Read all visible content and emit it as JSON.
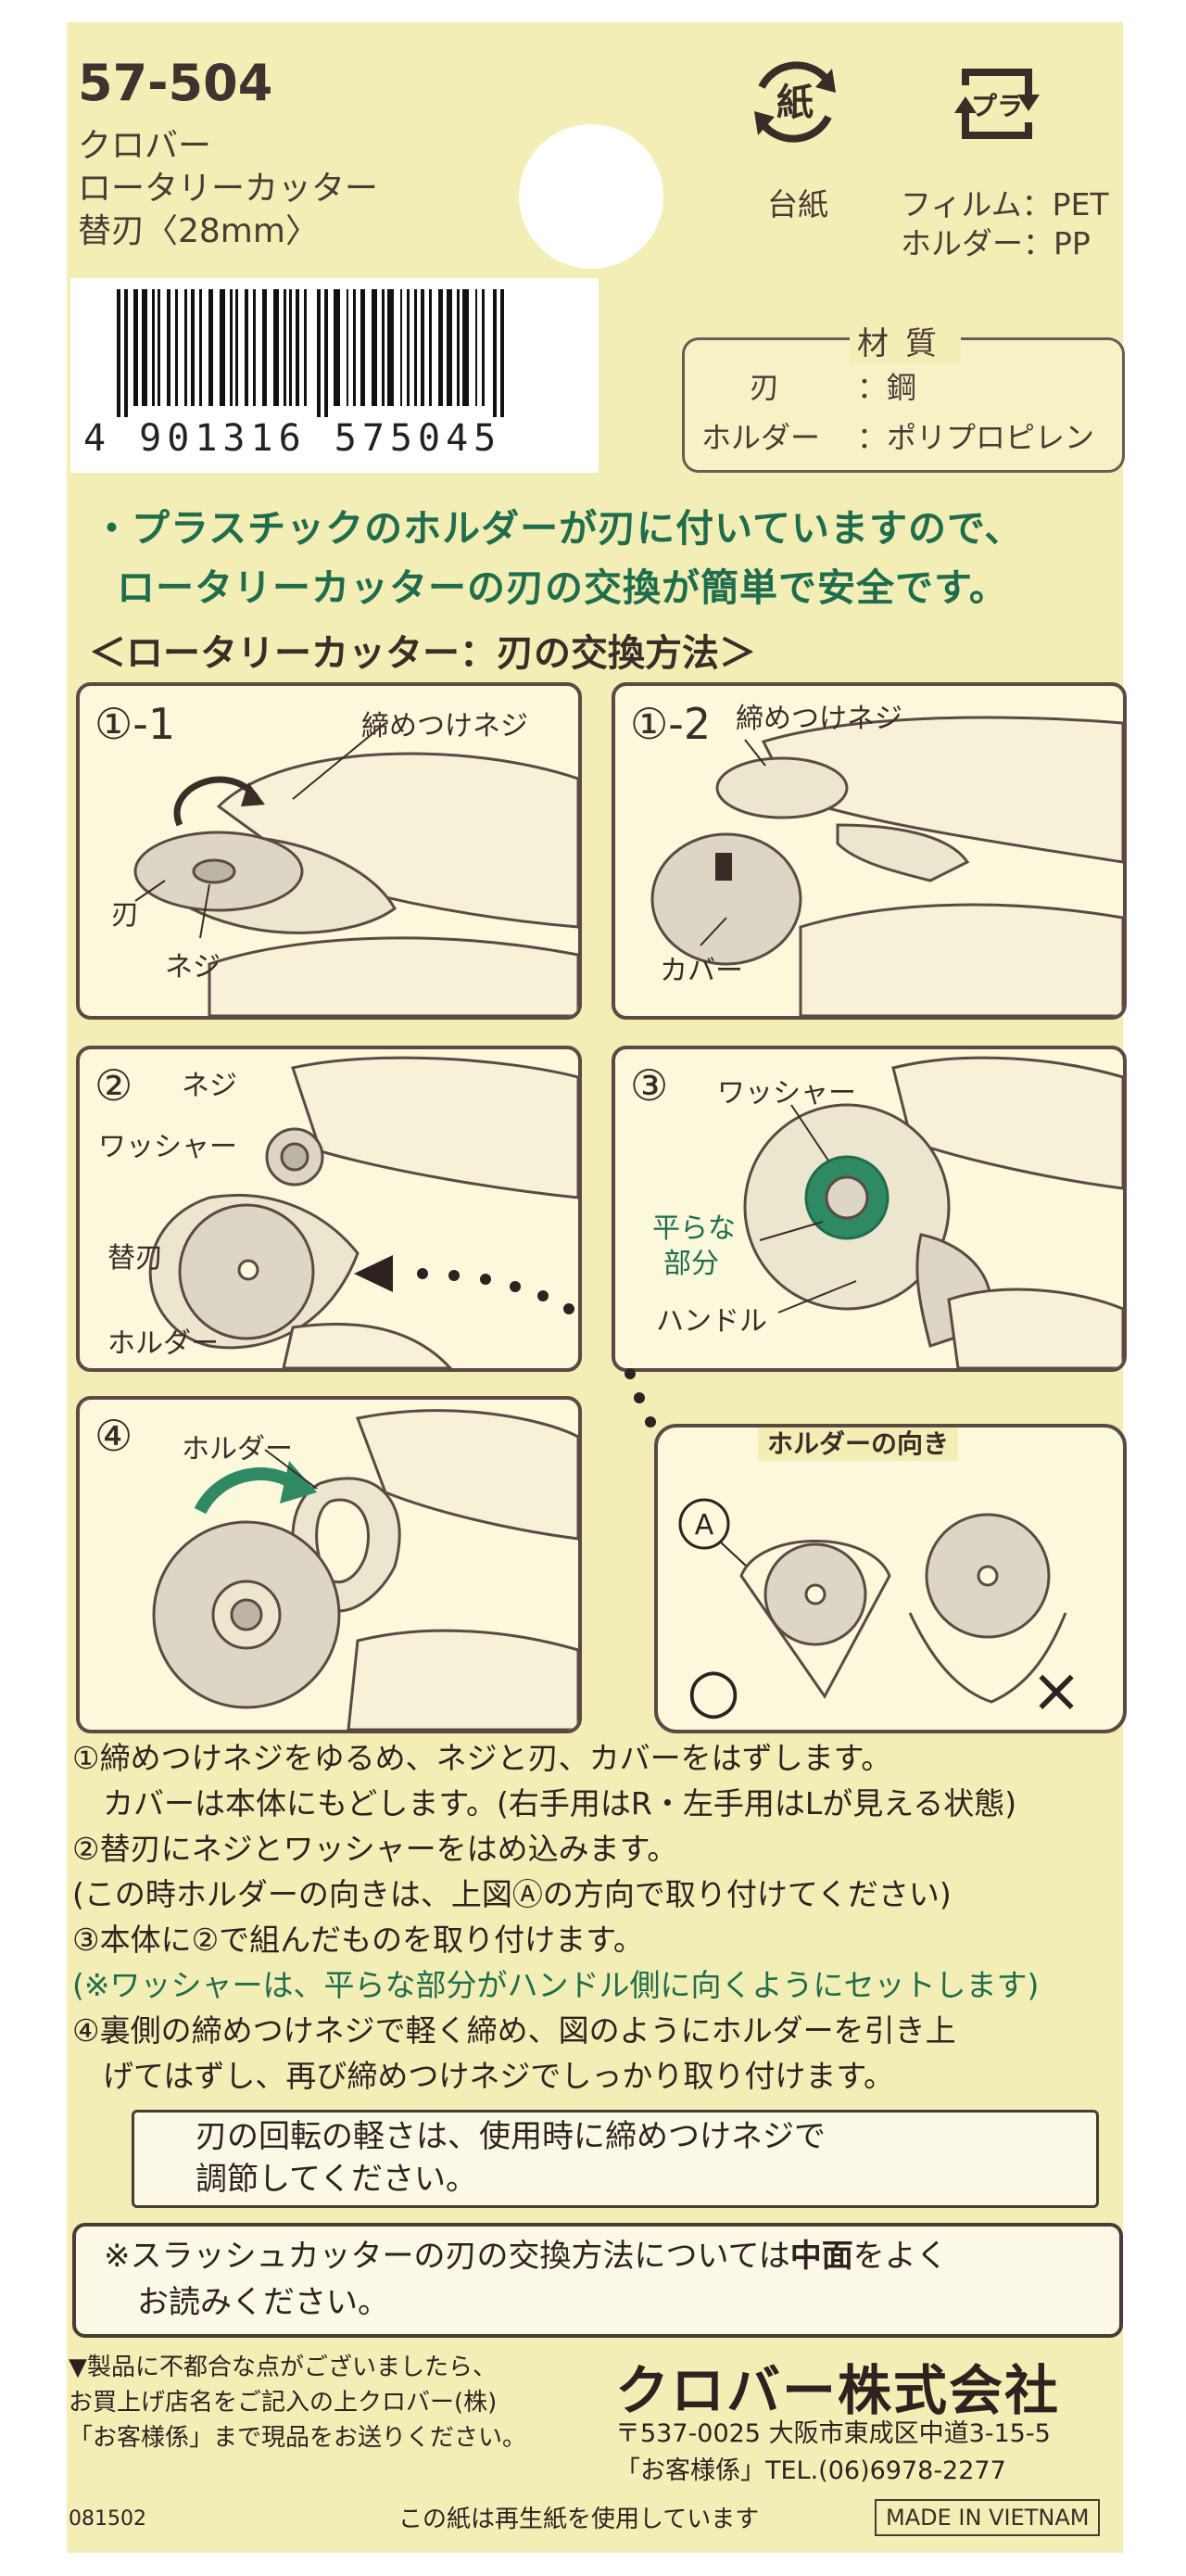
{
  "header": {
    "code": "57-504",
    "brand": "クロバー",
    "product": "ロータリーカッター",
    "spec": "替刃〈28mm〉"
  },
  "recycle": {
    "paper_mark": "紙",
    "paper_label": "台紙",
    "plastic_mark": "プラ",
    "film_label": "フィルム：PET",
    "holder_label": "ホルダー：PP"
  },
  "barcode": {
    "digits": "4 901316 575045"
  },
  "materials": {
    "title": "材質",
    "rows": [
      {
        "part": "刃",
        "material": "：鋼"
      },
      {
        "part": "ホルダー",
        "material": "：ポリプロピレン"
      }
    ]
  },
  "lead": {
    "line1": "・プラスチックのホルダーが刃に付いていますので、",
    "line2": "ロータリーカッターの刃の交換が簡単で安全です。"
  },
  "section_title": "＜ロータリーカッター：刃の交換方法＞",
  "steps": {
    "s1_1": {
      "num": "①-1",
      "screw_tight": "締めつけネジ",
      "blade": "刃",
      "screw": "ネジ"
    },
    "s1_2": {
      "num": "①-2",
      "screw_tight": "締めつけネジ",
      "cover": "カバー"
    },
    "s2": {
      "num": "②",
      "screw": "ネジ",
      "washer": "ワッシャー",
      "spare_blade": "替刃",
      "holder": "ホルダー"
    },
    "s3": {
      "num": "③",
      "washer": "ワッシャー",
      "flat_part_1": "平らな",
      "flat_part_2": "部分",
      "handle": "ハンドル"
    },
    "s4": {
      "num": "④",
      "holder": "ホルダー"
    },
    "orientation": {
      "title": "ホルダーの向き",
      "marker": "A",
      "ok": "○",
      "ng": "×"
    }
  },
  "instructions": [
    {
      "text": "①締めつけネジをゆるめ、ネジと刃、カバーをはずします。",
      "green": false
    },
    {
      "text": "　カバーは本体にもどします。(右手用はR・左手用はLが見える状態)",
      "green": false
    },
    {
      "text": "②替刃にネジとワッシャーをはめ込みます。",
      "green": false
    },
    {
      "text": "(この時ホルダーの向きは、上図Ⓐの方向で取り付けてください)",
      "green": false
    },
    {
      "text": "③本体に②で組んだものを取り付けます。",
      "green": false
    },
    {
      "text": "(※ワッシャーは、平らな部分がハンドル側に向くようにセットします)",
      "green": true
    },
    {
      "text": "④裏側の締めつけネジで軽く締め、図のようにホルダーを引き上",
      "green": false
    },
    {
      "text": "　げてはずし、再び締めつけネジでしっかり取り付けます。",
      "green": false
    }
  ],
  "note1": {
    "line1": "刃の回転の軽さは、使用時に締めつけネジで",
    "line2": "調節してください。"
  },
  "note2": {
    "line1_a": "※スラッシュカッターの刃の交換方法については",
    "line1_b": "中面",
    "line1_c": "をよく",
    "line2": "お読みください。"
  },
  "footer": {
    "left1": "▼製品に不都合な点がございましたら、",
    "left2": "お買上げ店名をご記入の上クロバー(株)",
    "left3": "「お客様係」まで現品をお送りください。",
    "company": "クロバー株式会社",
    "address": "〒537-0025 大阪市東成区中道3-15-5",
    "tel": "「お客様係」TEL.(06)6978-2277",
    "lot": "081502",
    "recycled": "この紙は再生紙を使用しています",
    "made_in": "MADE IN VIETNAM"
  },
  "colors": {
    "card": "#f3eeb6",
    "accent_green": "#1f6d4c",
    "ink": "#3a2c26"
  }
}
